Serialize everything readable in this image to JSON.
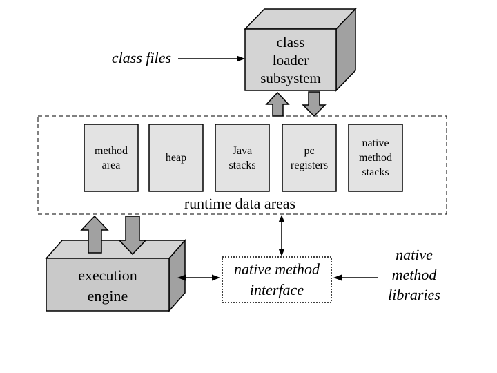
{
  "colors": {
    "background": "#ffffff",
    "face_light": "#d4d4d4",
    "face_engine_front": "#c9c9c9",
    "face_side": "#a1a1a1",
    "cell_fill": "#e3e3e3",
    "block_arrow_fill": "#a1a1a1",
    "line": "#000000"
  },
  "class_files": {
    "label": "class files"
  },
  "class_loader": {
    "label": "class\nloader\nsubsystem"
  },
  "runtime": {
    "label": "runtime data areas",
    "cells": [
      {
        "label": "method\narea"
      },
      {
        "label": "heap"
      },
      {
        "label": "Java\nstacks"
      },
      {
        "label": "pc\nregisters"
      },
      {
        "label": "native\nmethod\nstacks"
      }
    ]
  },
  "execution_engine": {
    "label": "execution\nengine"
  },
  "native_interface": {
    "label": "native method\ninterface"
  },
  "native_libraries": {
    "label": "native\nmethod\nlibraries"
  }
}
